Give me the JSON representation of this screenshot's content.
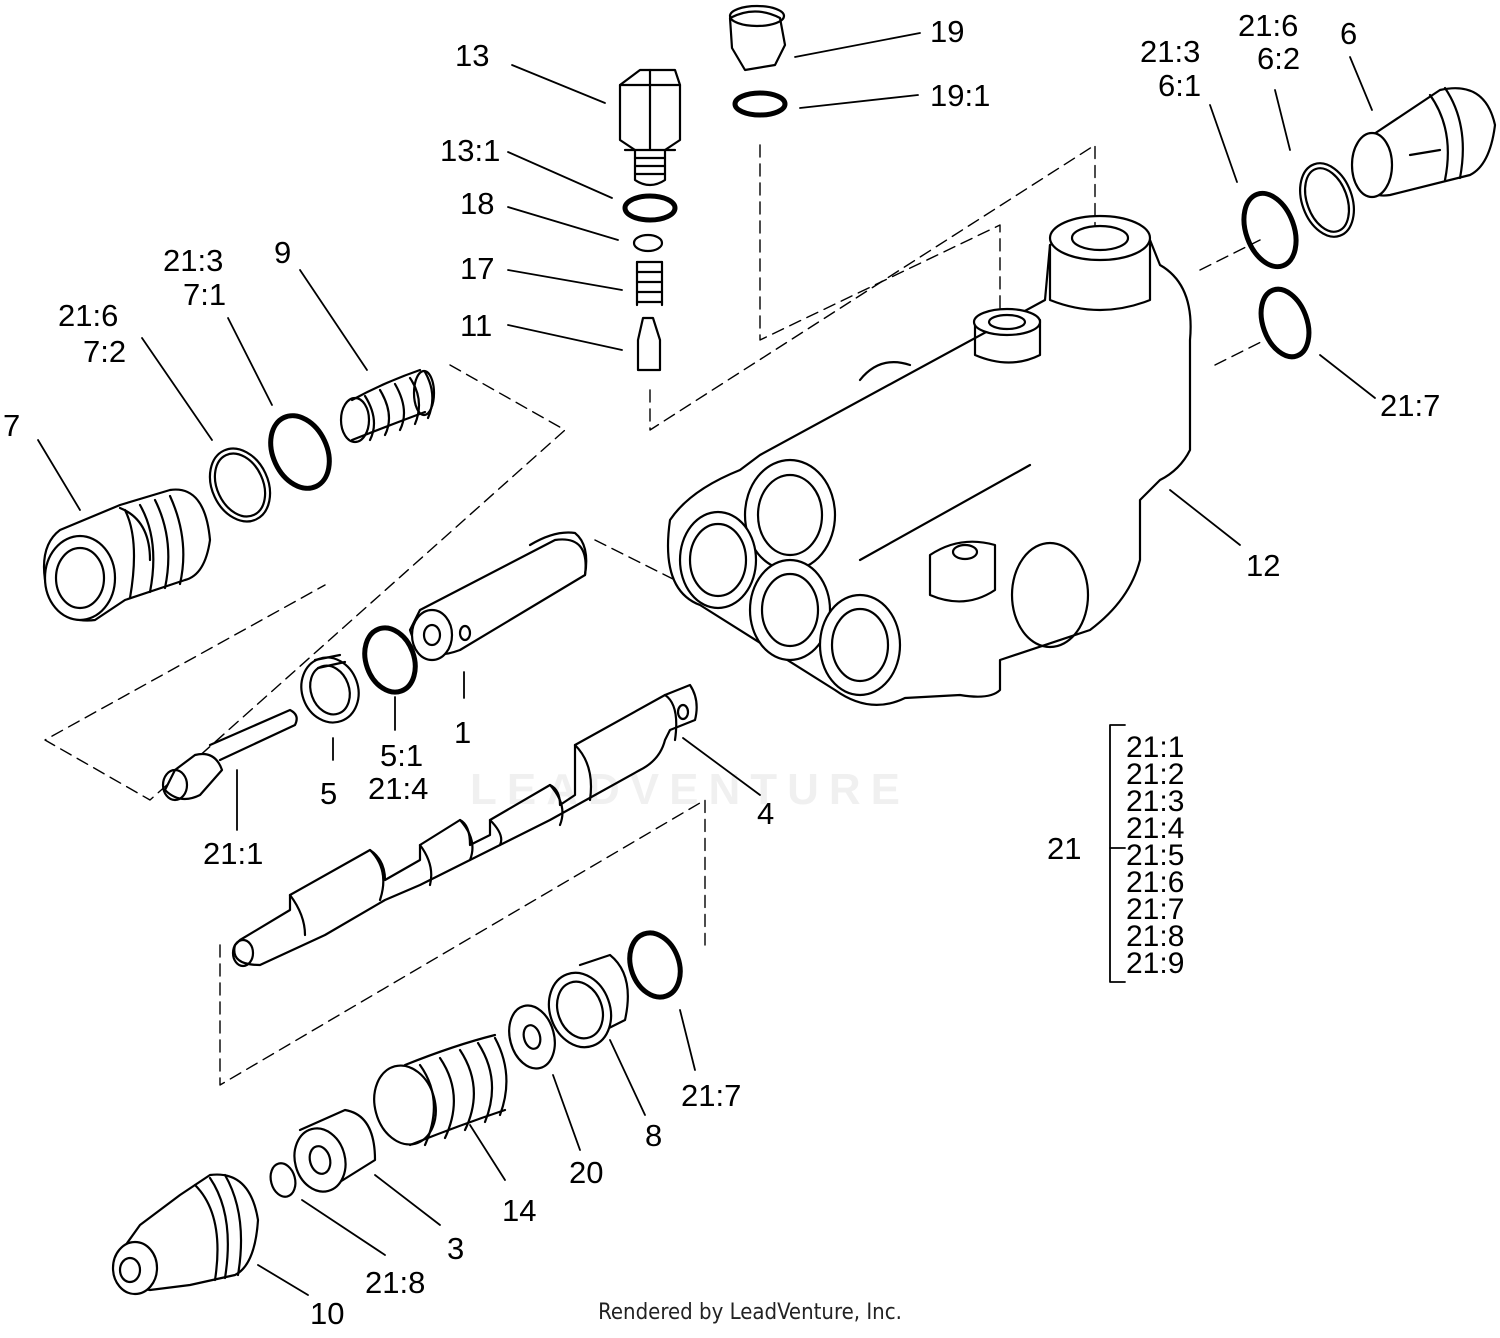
{
  "callouts": {
    "c1": "1",
    "c3": "3",
    "c4": "4",
    "c5": "5",
    "c5_1": "5:1",
    "c6": "6",
    "c6_1": "6:1",
    "c6_2": "6:2",
    "c7": "7",
    "c7_1": "7:1",
    "c7_2": "7:2",
    "c8": "8",
    "c9": "9",
    "c10": "10",
    "c11": "11",
    "c12": "12",
    "c13": "13",
    "c13_1": "13:1",
    "c14": "14",
    "c17": "17",
    "c18": "18",
    "c19": "19",
    "c19_1": "19:1",
    "c20": "20",
    "c21": "21",
    "c21_1_left": "21:1",
    "c21_3_top": "21:3",
    "c21_6_top": "21:6",
    "c21_3_left": "21:3",
    "c21_6_left": "21:6",
    "c21_4": "21:4",
    "c21_7_right": "21:7",
    "c21_7_bottom": "21:7",
    "c21_8": "21:8"
  },
  "kit": {
    "label": "21",
    "items": [
      "21:1",
      "21:2",
      "21:3",
      "21:4",
      "21:5",
      "21:6",
      "21:7",
      "21:8",
      "21:9"
    ]
  },
  "watermark": "LEADVENTURE",
  "footer": "Rendered by LeadVenture, Inc."
}
